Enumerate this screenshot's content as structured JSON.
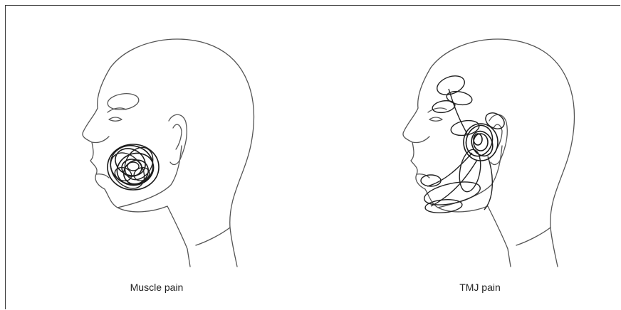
{
  "figures": [
    {
      "caption": "Muscle pain",
      "region": "masseter-cheek"
    },
    {
      "caption": "TMJ pain",
      "region": "preauricular-temporomandibular"
    }
  ],
  "colors": {
    "line": "#555555",
    "pain_marks": "#222222",
    "background": "#ffffff"
  }
}
